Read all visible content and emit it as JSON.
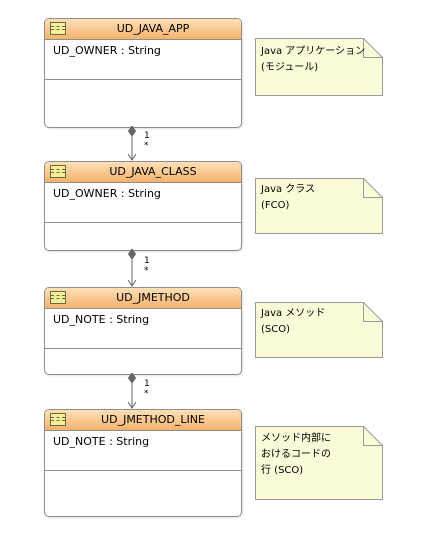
{
  "classes": [
    {
      "name": "UD_JAVA_APP",
      "attribute": "UD_OWNER : String"
    },
    {
      "name": "UD_JAVA_CLASS",
      "attribute": "UD_OWNER : String"
    },
    {
      "name": "UD_JMETHOD",
      "attribute": "UD_NOTE : String"
    },
    {
      "name": "UD_JMETHOD_LINE",
      "attribute": "UD_NOTE : String"
    }
  ],
  "notes": [
    {
      "lines": [
        "Java アプリケーション",
        "(モジュール)"
      ]
    },
    {
      "lines": [
        "Java クラス",
        "(FCO)"
      ]
    },
    {
      "lines": [
        "Java メソッド",
        "(SCO)"
      ]
    },
    {
      "lines": [
        "メソッド内部に",
        "おけるコードの",
        "行 (SCO)"
      ]
    }
  ],
  "associations": [
    {
      "multiplicity": "1",
      "multiplicity_many": "*"
    },
    {
      "multiplicity": "1",
      "multiplicity_many": "*"
    },
    {
      "multiplicity": "1",
      "multiplicity_many": "*"
    }
  ],
  "colors": {
    "class_header_top": "#fde0b8",
    "class_header_bottom": "#f5b26c",
    "note_fill": "#fbfbd9",
    "border": "#8e8e8e"
  }
}
